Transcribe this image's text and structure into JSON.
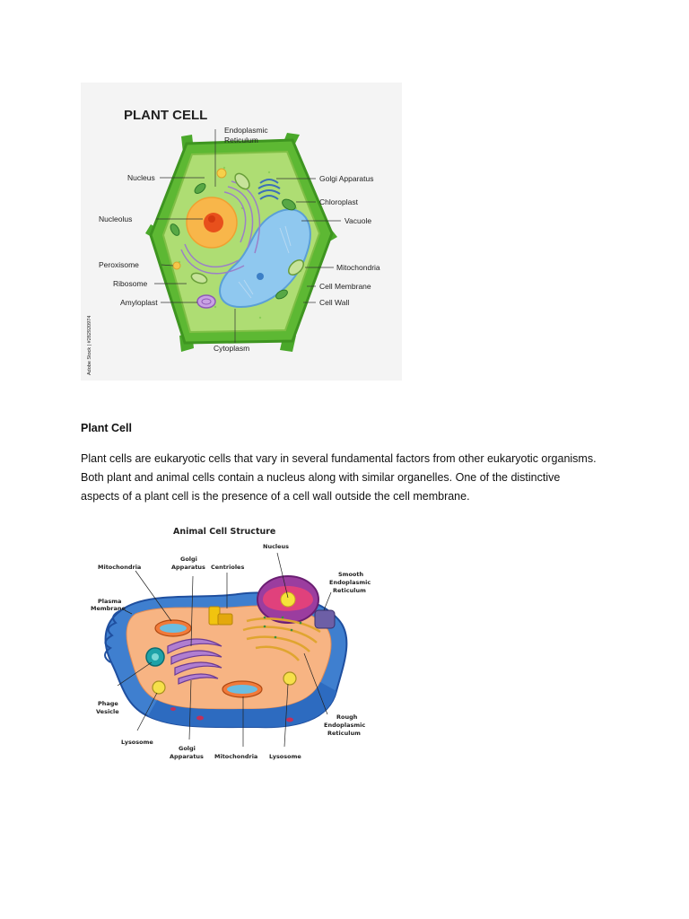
{
  "plant_figure": {
    "title": "PLANT CELL",
    "credit": "Adobe Stock | #282920974",
    "labels": {
      "endoplasmic_reticulum": [
        "Endoplasmic",
        "Reticulum"
      ],
      "nucleus": "Nucleus",
      "nucleolus": "Nucleolus",
      "peroxisome": "Peroxisome",
      "ribosome": "Ribosome",
      "amyloplast": "Amyloplast",
      "golgi": "Golgi Apparatus",
      "chloroplast": "Chloroplast",
      "vacuole": "Vacuole",
      "mitochondria": "Mitochondria",
      "cell_membrane": "Cell Membrane",
      "cell_wall": "Cell Wall",
      "cytoplasm": "Cytoplasm"
    }
  },
  "section": {
    "heading": "Plant Cell",
    "body_lines": [
      "Plant cells are eukaryotic cells that vary in several fundamental factors from other eukaryotic organisms.",
      "Both plant and animal cells contain a nucleus along with similar organelles. One of the distinctive",
      "aspects of a plant cell is the presence of a cell wall outside the cell membrane."
    ]
  },
  "animal_figure": {
    "title": "Animal Cell Structure",
    "labels": {
      "nucleus": "Nucleus",
      "mitochondria_top": "Mitochondria",
      "golgi_top": [
        "Golgi",
        "Apparatus"
      ],
      "centrioles": "Centrioles",
      "smooth_er": [
        "Smooth",
        "Endoplasmic",
        "Reticulum"
      ],
      "plasma_membrane": [
        "Plasma",
        "Membrane"
      ],
      "phage_vesicle": [
        "Phage",
        "Vesicle"
      ],
      "lysosome_left": "Lysosome",
      "golgi_bottom": [
        "Golgi",
        "Apparatus"
      ],
      "mitochondria_bottom": "Mitochondria",
      "lysosome_bottom": "Lysosome",
      "rough_er": [
        "Rough",
        "Endoplasmic",
        "Reticulum"
      ]
    }
  }
}
